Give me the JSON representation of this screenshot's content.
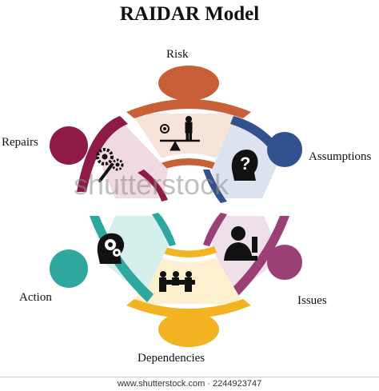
{
  "title": "RAIDAR Model",
  "segments": [
    {
      "key": "risk",
      "label": "Risk",
      "color": "#c95f36",
      "fill": "#f6e3d9",
      "icon": "scale-balance-icon"
    },
    {
      "key": "assumptions",
      "label": "Assumptions",
      "color": "#32518f",
      "fill": "#dce3ef",
      "icon": "head-question-icon"
    },
    {
      "key": "issues",
      "label": "Issues",
      "color": "#9b3f77",
      "fill": "#efdfe8",
      "icon": "person-exclamation-icon"
    },
    {
      "key": "dependencies",
      "label": "Dependencies",
      "color": "#f3b221",
      "fill": "#fdf0cf",
      "icon": "team-meeting-icon"
    },
    {
      "key": "action",
      "label": "Action",
      "color": "#2ea89f",
      "fill": "#d4efec",
      "icon": "head-gears-icon"
    },
    {
      "key": "repairs",
      "label": "Repairs",
      "color": "#8e1a47",
      "fill": "#f0d9e1",
      "icon": "gears-wrench-icon"
    }
  ],
  "watermark": "shutterstock",
  "footer": "www.shutterstock.com · 2244923747"
}
